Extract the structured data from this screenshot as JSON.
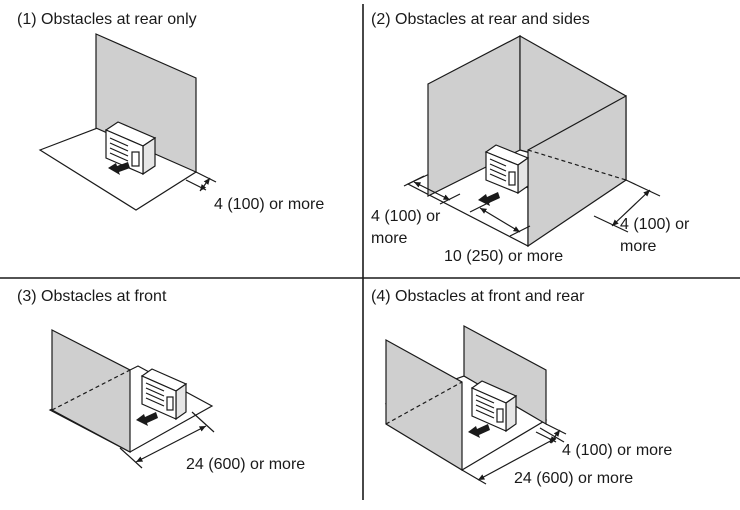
{
  "panels": [
    {
      "title": "(1) Obstacles at rear only",
      "labels": {
        "rear": "4 (100) or more"
      }
    },
    {
      "title": "(2) Obstacles at rear and sides",
      "labels": {
        "side_left_1": "4 (100) or",
        "side_left_2": "more",
        "rear": "10 (250) or more",
        "side_right_1": "4 (100) or",
        "side_right_2": "more"
      }
    },
    {
      "title": "(3) Obstacles at front",
      "labels": {
        "front": "24 (600) or more"
      }
    },
    {
      "title": "(4) Obstacles at front and rear",
      "labels": {
        "rear": "4 (100) or more",
        "front": "24 (600) or more"
      }
    }
  ],
  "colors": {
    "wall": "#cfcfcf",
    "line": "#1a1a1a",
    "unit": "#ffffff",
    "arrow": "#1a1a1a"
  }
}
